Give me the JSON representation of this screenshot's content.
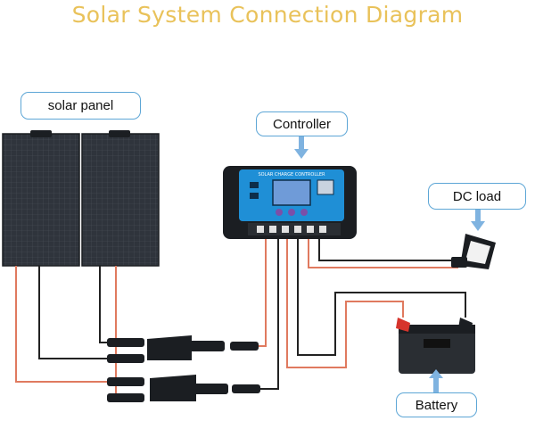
{
  "title": "Solar System Connection Diagram",
  "labels": {
    "solar_panel": "solar panel",
    "controller": "Controller",
    "dc_load": "DC load",
    "battery": "Battery"
  },
  "controller_screen_text": "SOLAR CHARGE CONTROLLER",
  "colors": {
    "title": "#e9c25a",
    "label_border": "#5da6d6",
    "arrow": "#7fb3e0",
    "positive_wire": "#e07a5f",
    "negative_wire": "#222222",
    "controller_body": "#1f8fd6",
    "panel": "#2b2f36"
  }
}
